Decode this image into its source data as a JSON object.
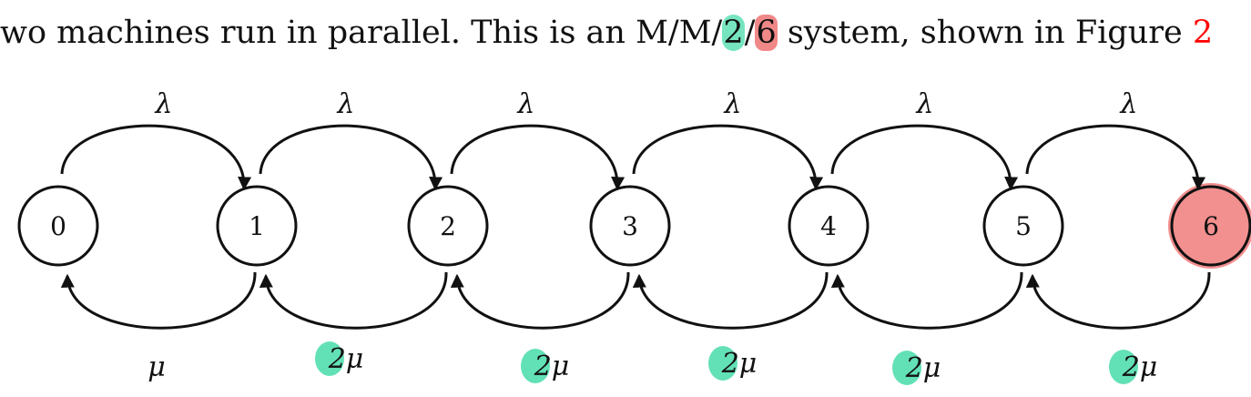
{
  "text": {
    "part1": "wo machines run in parallel. This is an M/M/",
    "servers": "2",
    "slash": "/",
    "capacity": "6",
    "part2": " system, shown in Figure ",
    "figure_ref": "2"
  },
  "diagram": {
    "states": [
      "0",
      "1",
      "2",
      "3",
      "4",
      "5",
      "6"
    ],
    "arrival_labels": [
      "λ",
      "λ",
      "λ",
      "λ",
      "λ",
      "λ"
    ],
    "service_labels": [
      "μ",
      "2μ",
      "2μ",
      "2μ",
      "2μ",
      "2μ"
    ],
    "highlighted_states": [
      "6"
    ],
    "colors": {
      "ink": "#111111",
      "highlight_green": "#48dca9",
      "highlight_red": "#ec6060",
      "figure_ref": "#ff0000"
    }
  }
}
